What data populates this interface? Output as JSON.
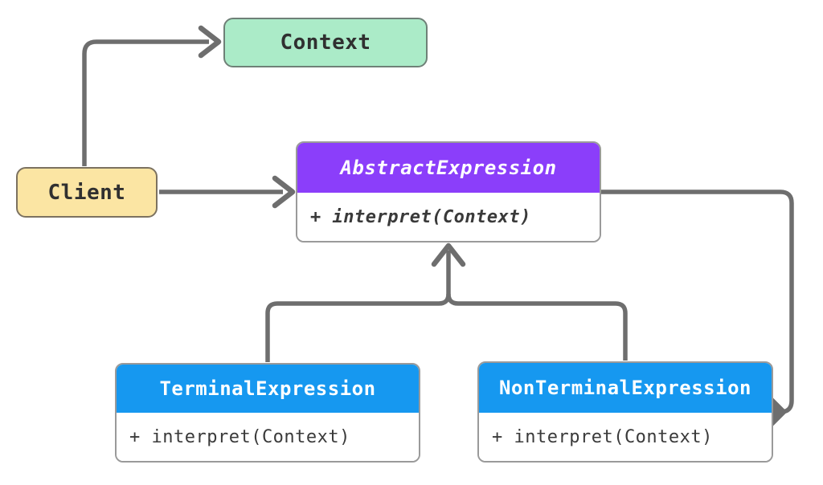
{
  "colors": {
    "canvas-bg": "#ffffff",
    "line-gray": "#6e6e6e",
    "purple": "#8b3efa",
    "blue": "#1698f0",
    "green": "#abebc8",
    "green-border": "#6f8077",
    "yellow": "#fbe5a3",
    "yellow-border": "#7c7260",
    "class-border": "#9a9a9a",
    "text-dark": "#303030",
    "text-light": "#ffffff"
  },
  "nodes": {
    "client": {
      "label": "Client"
    },
    "context": {
      "label": "Context"
    },
    "abstract": {
      "title": "AbstractExpression",
      "method": "+ interpret(Context)"
    },
    "terminal": {
      "title": "TerminalExpression",
      "method": "+ interpret(Context)"
    },
    "nonterminal": {
      "title": "NonTerminalExpression",
      "method": "+ interpret(Context)"
    }
  },
  "relationships": [
    {
      "from": "Client",
      "to": "Context",
      "type": "association-arrow"
    },
    {
      "from": "Client",
      "to": "AbstractExpression",
      "type": "association-arrow"
    },
    {
      "from": "TerminalExpression",
      "to": "AbstractExpression",
      "type": "inheritance-open-arrow"
    },
    {
      "from": "NonTerminalExpression",
      "to": "AbstractExpression",
      "type": "inheritance-open-arrow"
    },
    {
      "from": "AbstractExpression",
      "to": "NonTerminalExpression",
      "type": "aggregation-diamond"
    }
  ]
}
